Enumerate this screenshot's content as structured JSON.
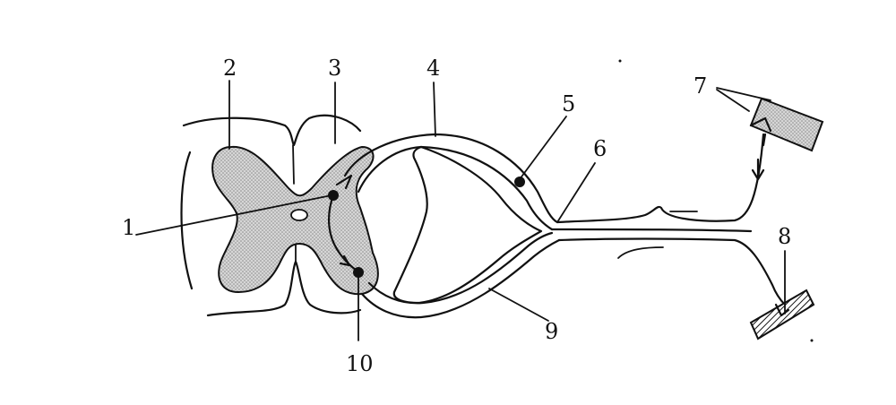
{
  "labels": {
    "l1": "1",
    "l2": "2",
    "l3": "3",
    "l4": "4",
    "l5": "5",
    "l6": "6",
    "l7": "7",
    "l8": "8",
    "l9": "9",
    "l10": "10"
  },
  "colors": {
    "ink": "#111111",
    "gray_matter": "#c8c8c8",
    "receptor": "#b8b8b8"
  }
}
